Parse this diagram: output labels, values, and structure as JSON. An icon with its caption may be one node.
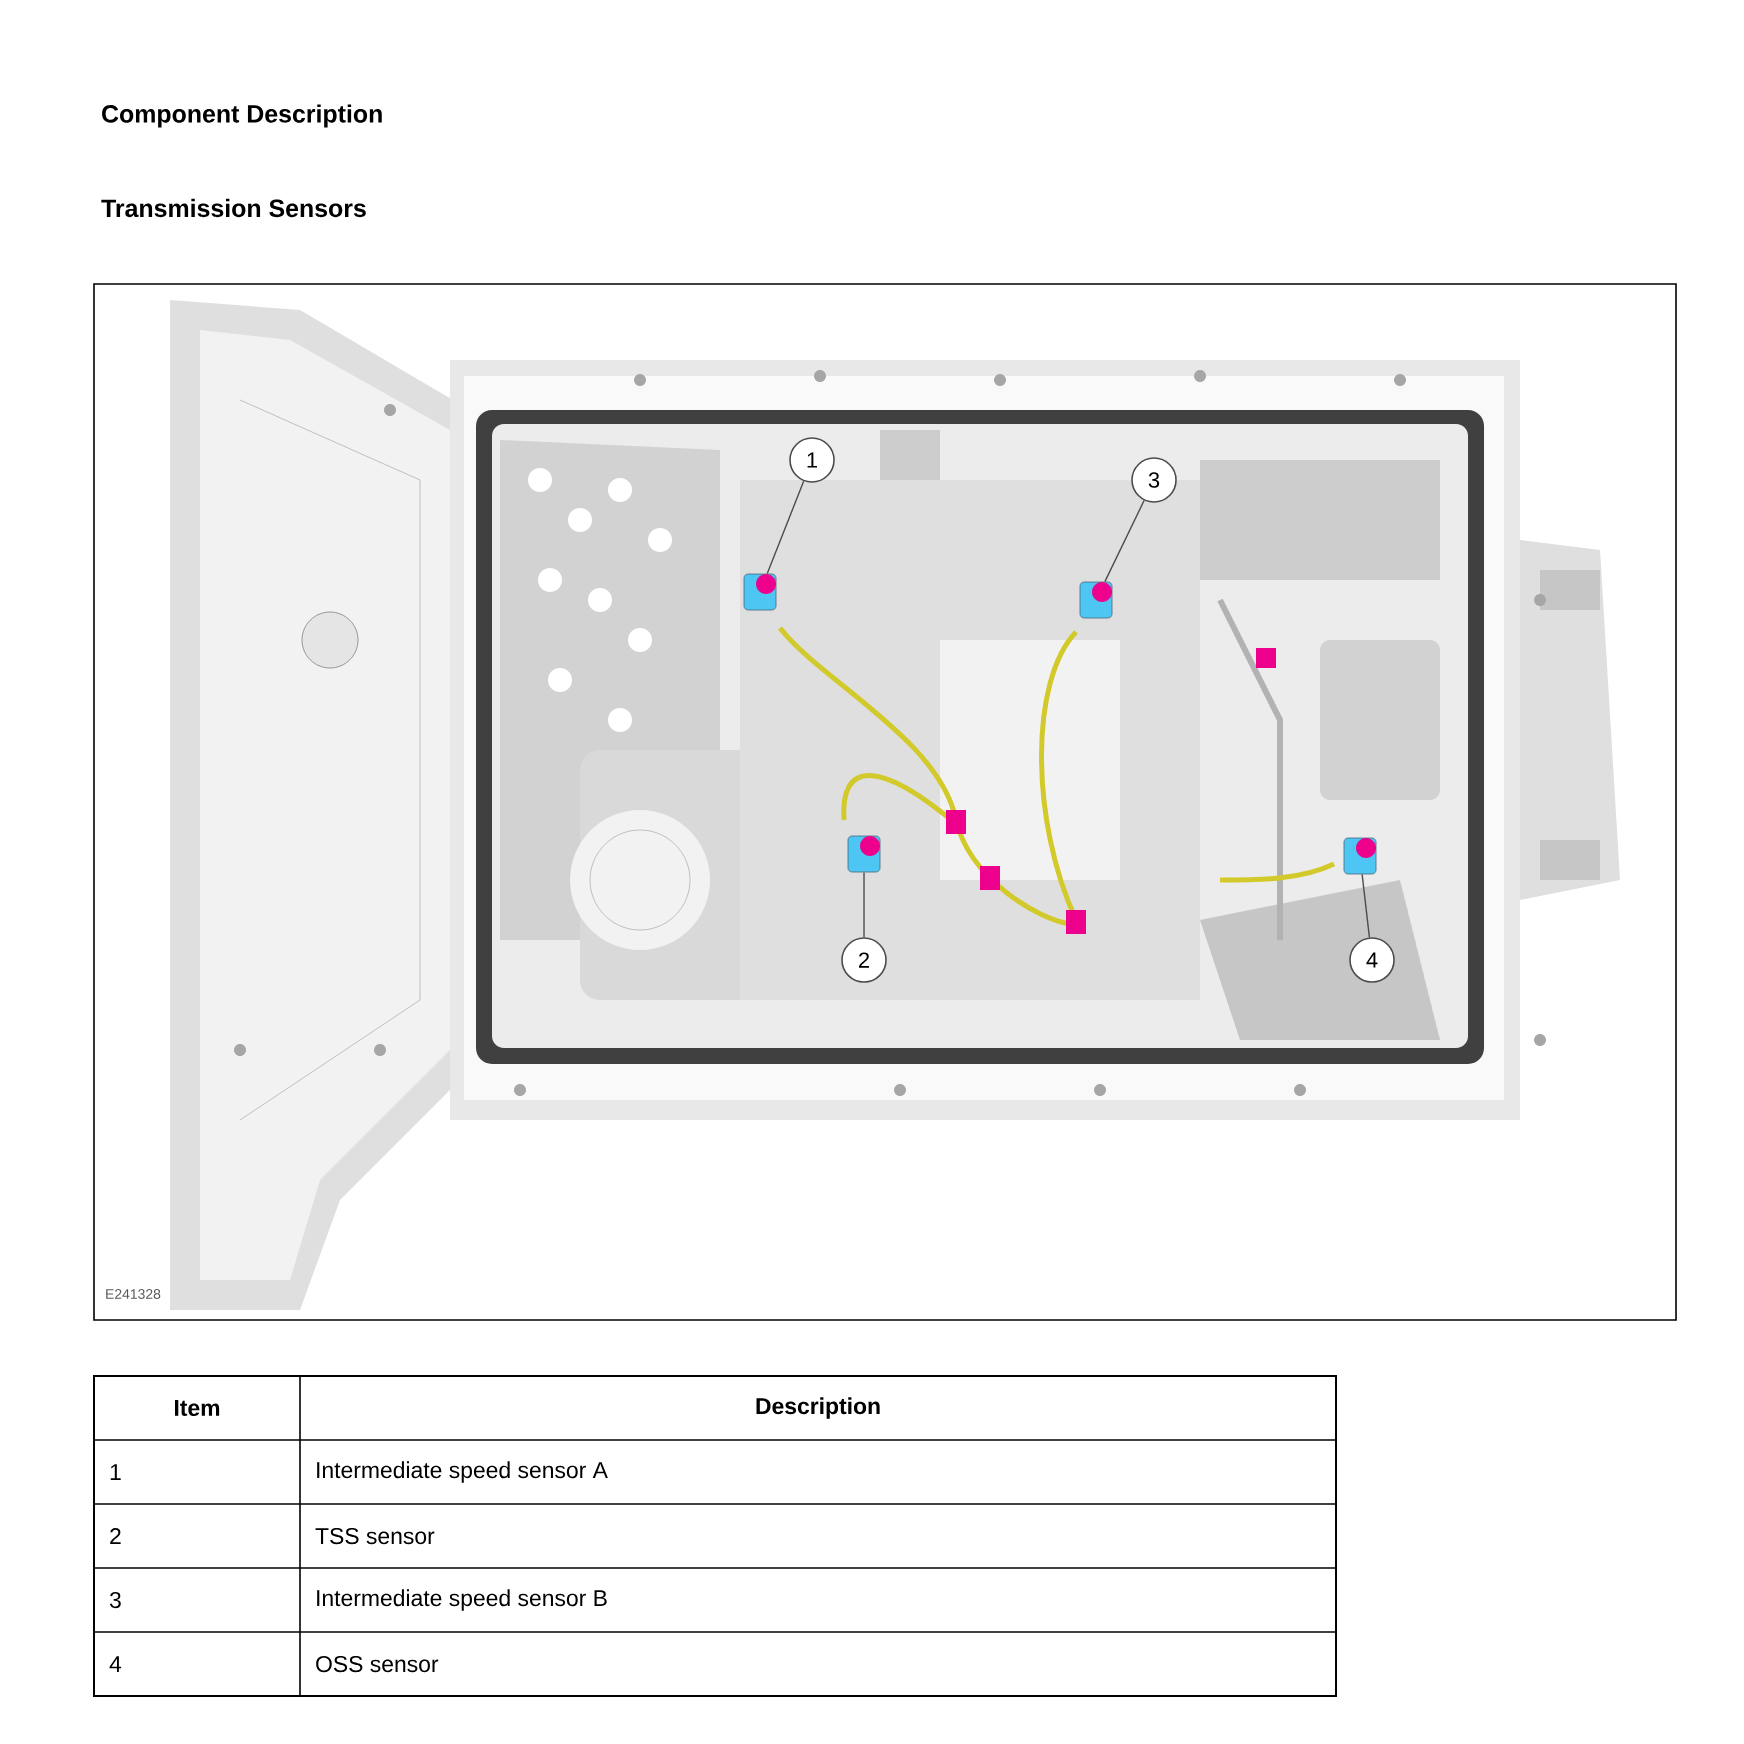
{
  "diagram": {
    "title": "Component Description",
    "nodes": [
      {
        "text": [
          "1"
        ]
      },
      {
        "text": [],
        "shape": "box"
      },
      {
        "text": [
          "3"
        ]
      },
      {
        "text": [],
        "shape": "box"
      },
      {
        "text": [],
        "shape": "box"
      },
      {
        "text": [],
        "shape": "box"
      },
      {
        "text": [
          "2"
        ]
      },
      {
        "text": [
          "4"
        ]
      }
    ],
    "edges": [
      {
        "from": 0,
        "to": 1,
        "arrow": "none"
      },
      {
        "from": 2,
        "to": 3,
        "arrow": "none"
      },
      {
        "from": 6,
        "to": 4,
        "arrow": "none"
      },
      {
        "from": 7,
        "to": 5,
        "arrow": "none"
      }
    ],
    "labels": [
      "Transmission Sensors",
      "E241328",
      "Item",
      "Description",
      "1",
      "Intermediate speed sensor A",
      "2",
      "TSS sensor",
      "3",
      "Intermediate speed sensor B",
      "4",
      "OSS sensor"
    ]
  }
}
